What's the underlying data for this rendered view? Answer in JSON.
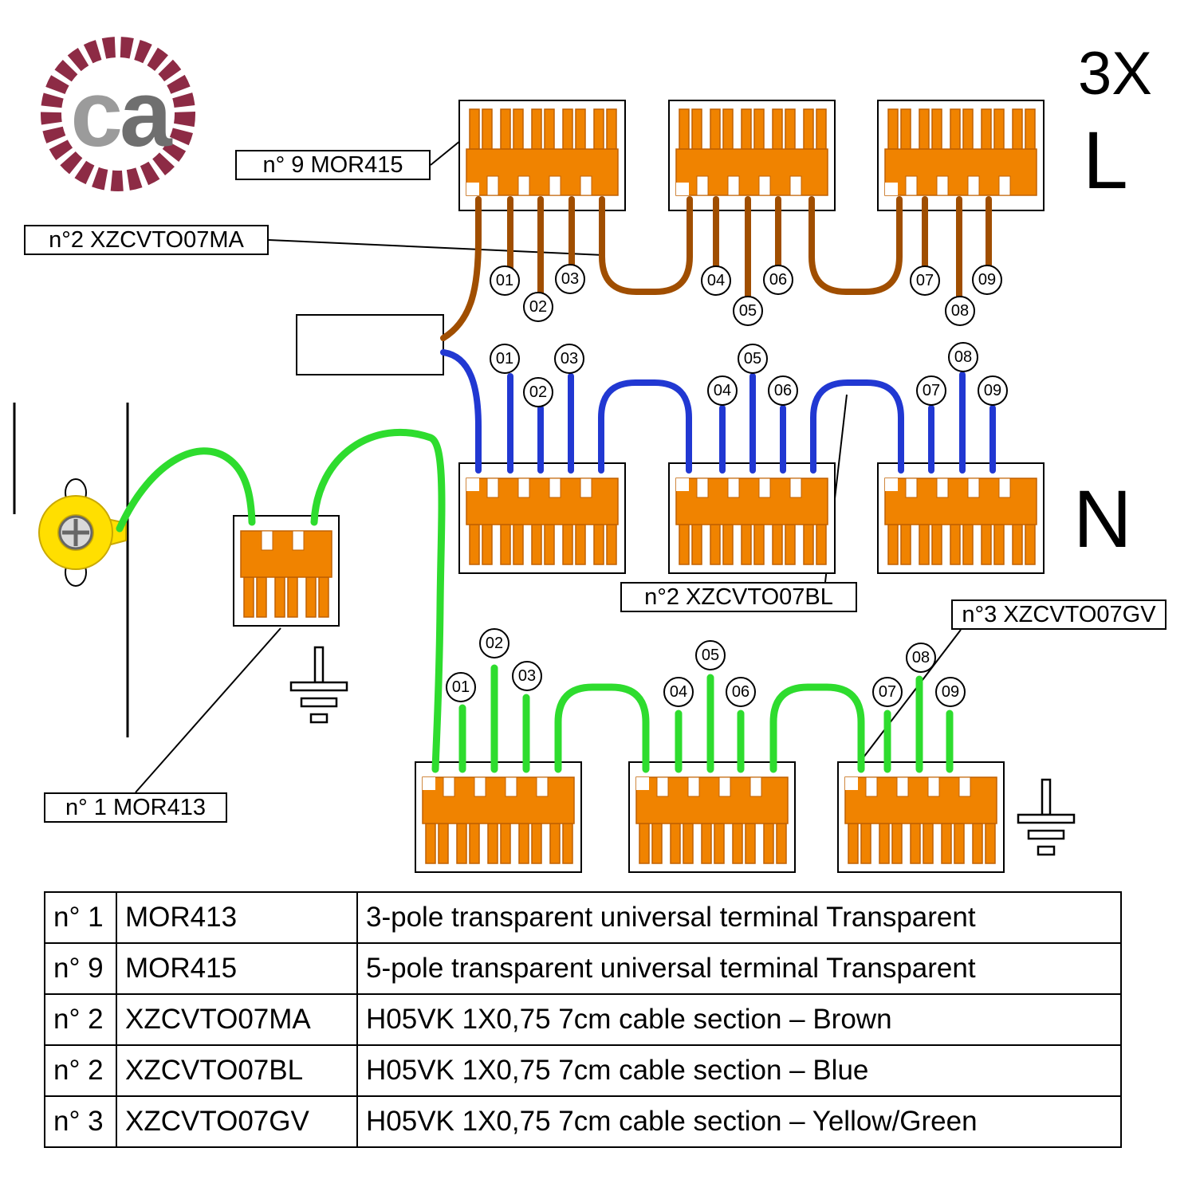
{
  "logo": {
    "c": "c",
    "a": "a"
  },
  "annotations": {
    "quantity_multiplier": "3X",
    "line_label": "L",
    "neutral_label": "N"
  },
  "callouts": {
    "mor415": "n° 9 MOR415",
    "cable_brown": "n°2 XZCVTO07MA",
    "cable_blue": "n°2 XZCVTO07BL",
    "cable_green": "n°3 XZCVTO07GV",
    "mor413": "n° 1 MOR413"
  },
  "wire_numbers": {
    "l": [
      "01",
      "02",
      "03",
      "04",
      "05",
      "06",
      "07",
      "08",
      "09"
    ],
    "n": [
      "01",
      "02",
      "03",
      "04",
      "05",
      "06",
      "07",
      "08",
      "09"
    ],
    "gv": [
      "01",
      "02",
      "03",
      "04",
      "05",
      "06",
      "07",
      "08",
      "09"
    ]
  },
  "colors": {
    "terminal_orange": "#f08300",
    "wire_brown": "#a04e00",
    "wire_blue": "#2138d2",
    "wire_green": "#2edc2e",
    "eyelet_yellow": "#ffdf00",
    "logo_ring": "#8d2b45"
  },
  "table": {
    "rows": [
      {
        "qty": "n° 1",
        "code": "MOR413",
        "desc": "3-pole transparent universal terminal Transparent"
      },
      {
        "qty": "n° 9",
        "code": "MOR415",
        "desc": "5-pole transparent universal terminal Transparent"
      },
      {
        "qty": "n° 2",
        "code": "XZCVTO07MA",
        "desc": "H05VK 1X0,75 7cm cable section – Brown"
      },
      {
        "qty": "n° 2",
        "code": "XZCVTO07BL",
        "desc": "H05VK 1X0,75 7cm cable section – Blue"
      },
      {
        "qty": "n° 3",
        "code": "XZCVTO07GV",
        "desc": "H05VK 1X0,75 7cm cable section – Yellow/Green"
      }
    ]
  }
}
